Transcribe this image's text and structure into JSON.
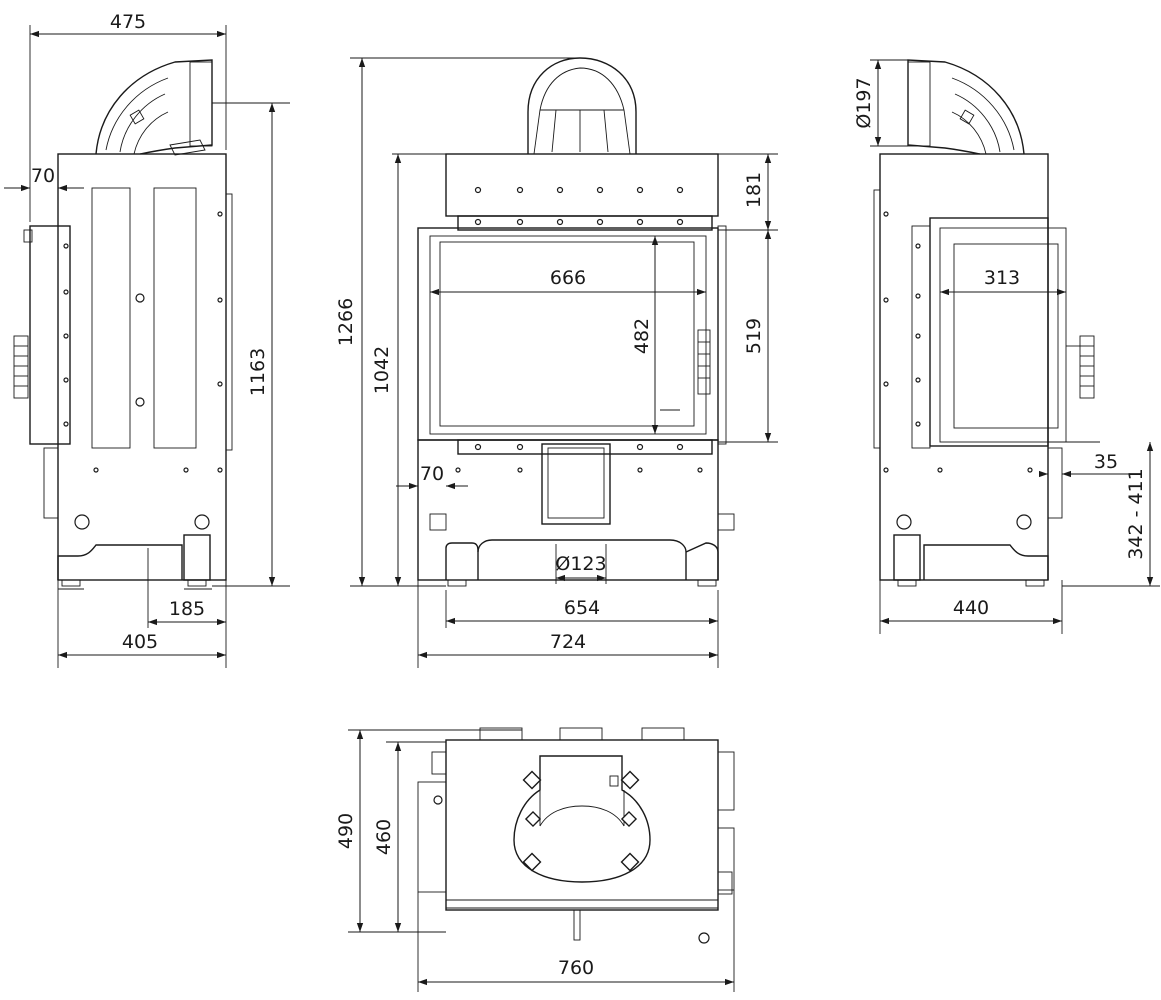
{
  "dimensions": {
    "side_left": {
      "width_top": "475",
      "offset_70": "70",
      "height_total": "1163",
      "foot_185": "185",
      "base_405": "405"
    },
    "front": {
      "height_1266": "1266",
      "height_1042": "1042",
      "glass_width": "666",
      "glass_height": "482",
      "height_519": "519",
      "height_181": "181",
      "offset_70": "70",
      "flue_diameter": "Ø123",
      "width_654": "654",
      "width_724": "724"
    },
    "side_right": {
      "flue_diameter": "Ø197",
      "glass_width": "313",
      "offset_35": "35",
      "height_range": "342 - 411",
      "width_440": "440"
    },
    "top": {
      "depth_490": "490",
      "depth_460": "460",
      "width_760": "760"
    }
  }
}
